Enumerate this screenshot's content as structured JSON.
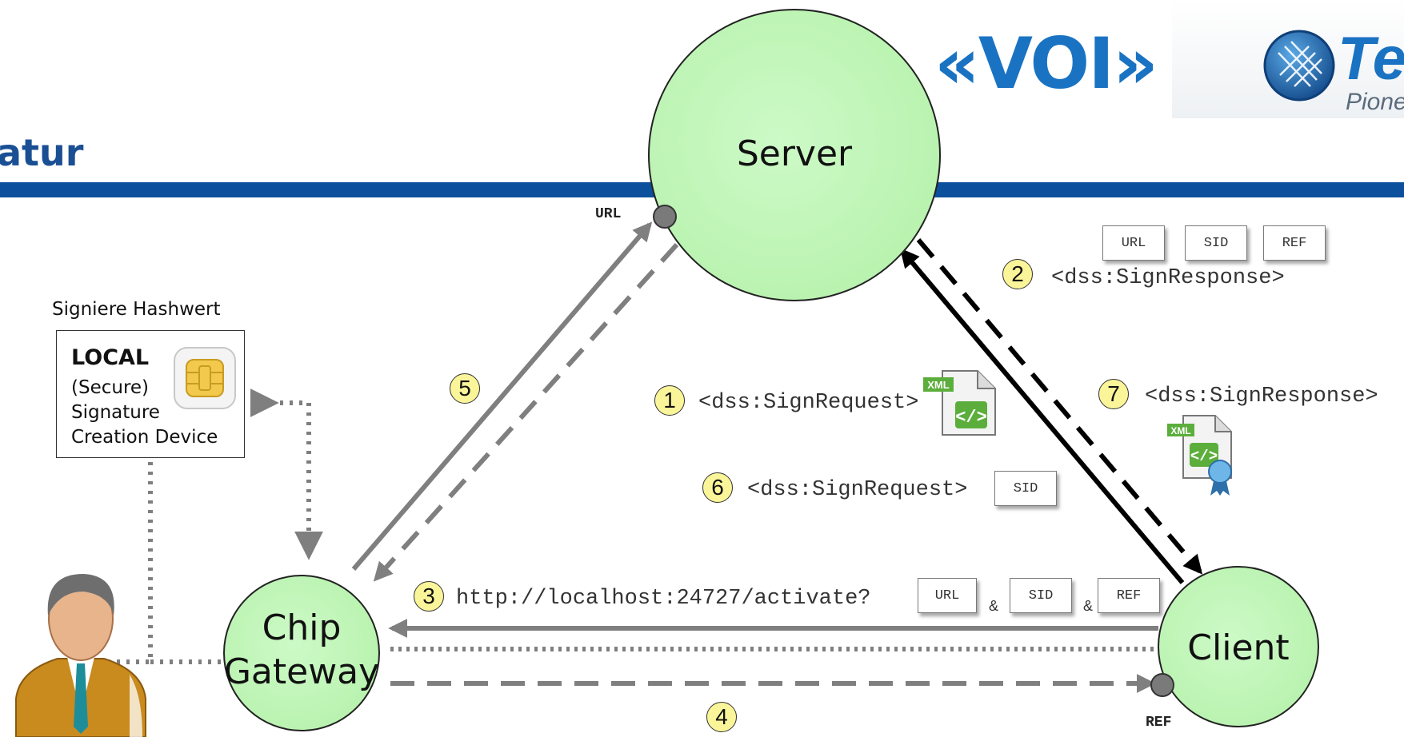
{
  "header": {
    "title": "atur",
    "logo_voi": "«VOI»",
    "logo_tele": "Tel",
    "logo_tagline": "Pione"
  },
  "nodes": {
    "server": "Server",
    "chip_gateway_line1": "Chip",
    "chip_gateway_line2": "Gateway",
    "client": "Client"
  },
  "ports": {
    "url": "URL",
    "ref": "REF"
  },
  "device": {
    "caption": "Signiere Hashwert",
    "line1": "LOCAL",
    "line2": "(Secure)",
    "line3": "Signature",
    "line4": "Creation Device"
  },
  "steps": [
    {
      "num": "1",
      "text": "<dss:SignRequest>"
    },
    {
      "num": "2",
      "text": "<dss:SignResponse>"
    },
    {
      "num": "3",
      "text": "http://localhost:24727/activate?"
    },
    {
      "num": "4",
      "text": ""
    },
    {
      "num": "5",
      "text": ""
    },
    {
      "num": "6",
      "text": "<dss:SignRequest>"
    },
    {
      "num": "7",
      "text": "<dss:SignResponse>"
    }
  ],
  "tags": {
    "url": "URL",
    "sid": "SID",
    "ref": "REF",
    "amp": "&"
  },
  "icons": [
    "xml-document-icon",
    "xml-signed-document-icon",
    "chip-card-icon",
    "user-avatar-icon",
    "telesec-logo-icon"
  ],
  "colors": {
    "node_fill": "#c8f7c0",
    "arrow_gray": "#7f7f7f",
    "callout_fill": "#fbf59a",
    "header_blue": "#0c4f9c"
  }
}
